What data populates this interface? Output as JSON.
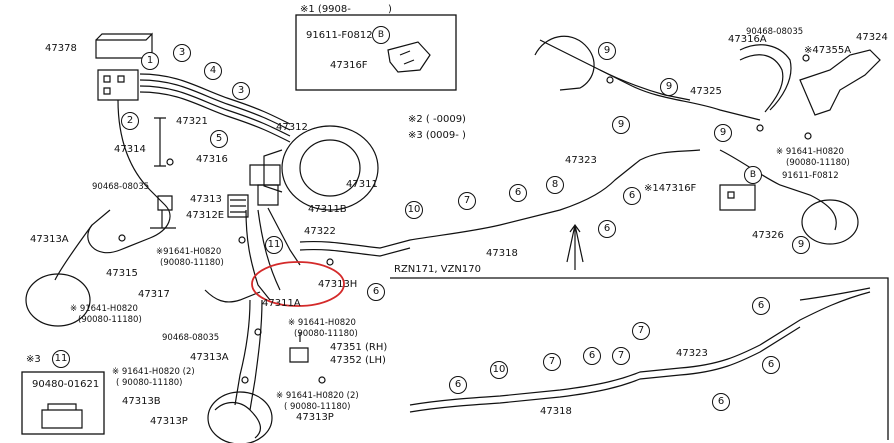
{
  "inset_x1": {
    "title": "※1 (9908-",
    "title_close": ")",
    "part_a": "91611-F0812",
    "part_a_ref": "B",
    "part_b": "47316F"
  },
  "notes": {
    "note2": "※2 (     -0009)",
    "note3": "※3 (0009-      )"
  },
  "labels": {
    "p47378": "47378",
    "p47321": "47321",
    "p47312": "47312",
    "p47314": "47314",
    "p47316": "47316",
    "p47311": "47311",
    "p47311B": "47311B",
    "p47313": "47313",
    "p47312E": "47312E",
    "p90468_top": "90468-08035",
    "p47313A": "47313A",
    "p47315": "47315",
    "p91641_left": "※91641-H0820",
    "p90080_left": "(90080-11180)",
    "p47322": "47322",
    "p47313H": "47313H",
    "p47317": "47317",
    "p91641_l2": "※ 91641-H0820",
    "p90080_l2": "(90080-11180)",
    "p47311A": "47311A",
    "p91641_mid": "※ 91641-H0820",
    "p90080_mid": "(90080-11180)",
    "p90468_mid": "90468-08035",
    "p47313A_2": "47313A",
    "p47351": "47351 (RH)",
    "p47352": "47352 (LH)",
    "p91641_b1": "※ 91641-H0820 (2)",
    "p90080_b1": "( 90080-11180)",
    "p91641_b2": "※ 91641-H0820 (2)",
    "p90080_b2": "( 90080-11180)",
    "p47313B": "47313B",
    "p47313P_l": "47313P",
    "p47313P_r": "47313P",
    "p47318": "47318",
    "p47325": "47325",
    "p47323": "47323",
    "p90468_right": "90468-08035",
    "p47316A": "47316A",
    "p47355A": "※47355A",
    "p47324": "47324",
    "p91641_right": "※ 91641-H0820",
    "p90080_right": "(90080-11180)",
    "p91611_right": "91611-F0812",
    "p147316F": "※147316F",
    "p47326": "47326",
    "rzn": "RZN171, VZN170",
    "p47323_b": "47323",
    "p47318_b": "47318",
    "x3": "※3",
    "p90480": "90480-01621"
  },
  "callouts": [
    "1",
    "2",
    "3",
    "4",
    "5",
    "6",
    "7",
    "8",
    "9",
    "10",
    "11",
    "B"
  ]
}
